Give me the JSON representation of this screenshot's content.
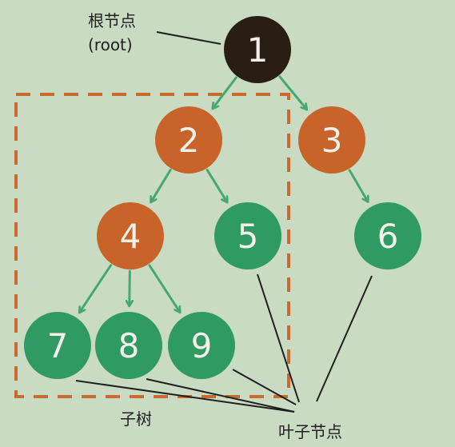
{
  "labels": {
    "root_cn": "根节点",
    "root_en": "(root)",
    "subtree": "子树",
    "leaf": "叶子节点"
  },
  "nodes": [
    {
      "id": "1",
      "label": "1",
      "kind": "root"
    },
    {
      "id": "2",
      "label": "2",
      "kind": "internal"
    },
    {
      "id": "3",
      "label": "3",
      "kind": "internal"
    },
    {
      "id": "4",
      "label": "4",
      "kind": "internal"
    },
    {
      "id": "5",
      "label": "5",
      "kind": "leaf"
    },
    {
      "id": "6",
      "label": "6",
      "kind": "leaf"
    },
    {
      "id": "7",
      "label": "7",
      "kind": "leaf"
    },
    {
      "id": "8",
      "label": "8",
      "kind": "leaf"
    },
    {
      "id": "9",
      "label": "9",
      "kind": "leaf"
    }
  ],
  "edges": [
    {
      "from": "1",
      "to": "2"
    },
    {
      "from": "1",
      "to": "3"
    },
    {
      "from": "2",
      "to": "4"
    },
    {
      "from": "2",
      "to": "5"
    },
    {
      "from": "3",
      "to": "6"
    },
    {
      "from": "4",
      "to": "7"
    },
    {
      "from": "4",
      "to": "8"
    },
    {
      "from": "4",
      "to": "9"
    }
  ],
  "colors": {
    "background": "#c9dcc3",
    "root": "#2a1d14",
    "internal": "#c8642a",
    "leaf": "#2f9a64",
    "arrow": "#45a86e",
    "dashed_box": "#c96a2e",
    "pointer_line": "#1f1f1f",
    "node_text": "#f4f1e8"
  }
}
